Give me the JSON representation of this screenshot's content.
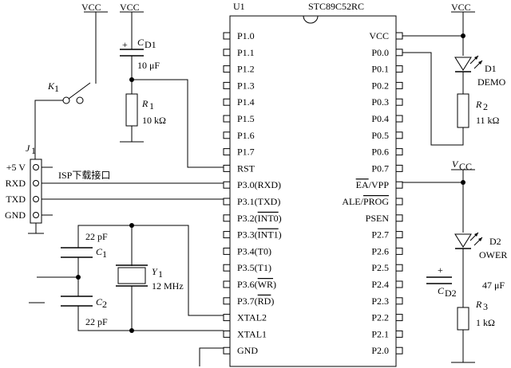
{
  "chip": {
    "ref": "U1",
    "part": "STC89C52RC",
    "left_pins": [
      "P1.0",
      "P1.1",
      "P1.2",
      "P1.3",
      "P1.4",
      "P1.5",
      "P1.6",
      "P1.7",
      "RST",
      "P3.0(RXD)",
      "P3.1(TXD)",
      "P3.2(INT0)",
      "P3.3(INT1)",
      "P3.4(T0)",
      "P3.5(T1)",
      "P3.6(WR)",
      "P3.7(RD)",
      "XTAL2",
      "XTAL1",
      "GND"
    ],
    "right_pins": [
      "VCC",
      "P0.0",
      "P0.1",
      "P0.2",
      "P0.3",
      "P0.4",
      "P0.5",
      "P0.6",
      "P0.7",
      "EA/VPP",
      "ALE/PROG",
      "PSEN",
      "P2.7",
      "P2.6",
      "P2.5",
      "P2.4",
      "P2.3",
      "P2.2",
      "P2.1",
      "P2.0"
    ]
  },
  "power": {
    "vcc_label": "VCC",
    "vcc_italic_main": "V",
    "vcc_italic_sub": "CC"
  },
  "components": {
    "cd1_plus": "+",
    "cd1_main": "C",
    "cd1_sub": "D1",
    "cd1_value": "10 μF",
    "r1_main": "R",
    "r1_sub": "1",
    "r1_value": "10 kΩ",
    "k1_main": "K",
    "k1_sub": "1",
    "j1_main": "J",
    "j1_sub": "1",
    "j1_pins": [
      "+5 V",
      "RXD",
      "TXD",
      "GND"
    ],
    "isp_label": "ISP下载接口",
    "c1_value": "22 pF",
    "c1_main": "C",
    "c1_sub": "1",
    "c2_main": "C",
    "c2_sub": "2",
    "c2_value": "22 pF",
    "y1_main": "Y",
    "y1_sub": "1",
    "y1_value": "12 MHz",
    "d1_label": "D1",
    "d1_name": "DEMO",
    "r2_main": "R",
    "r2_sub": "2",
    "r2_value": "11 kΩ",
    "d2_label": "D2",
    "d2_name": "OWER",
    "cd2_plus": "+",
    "cd2_main": "C",
    "cd2_sub": "D2",
    "cd2_value": "47 μF",
    "r3_main": "R",
    "r3_sub": "3",
    "r3_value": "1 kΩ"
  }
}
